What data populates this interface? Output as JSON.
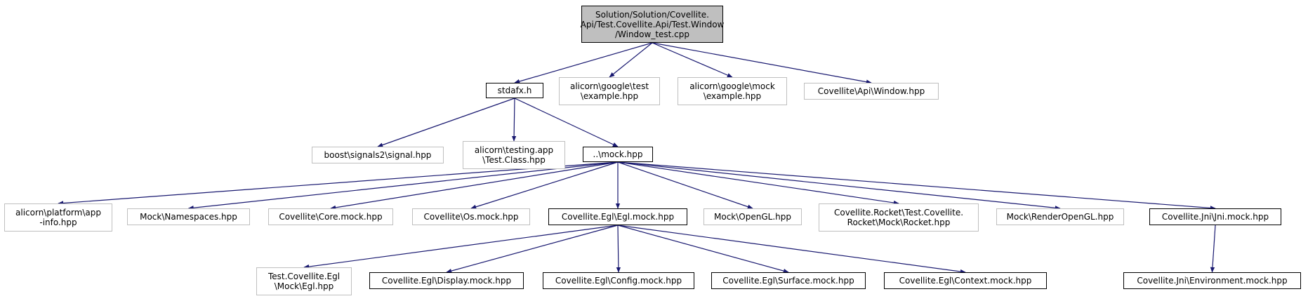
{
  "graph": {
    "nodes": [
      {
        "id": "root",
        "lines": [
          "Solution/Solution/Covellite.",
          "Api/Test.Covellite.Api/Test.Window",
          "/Window_test.cpp"
        ],
        "kind": "root"
      },
      {
        "id": "stdafx",
        "lines": [
          "stdafx.h"
        ],
        "kind": "doc"
      },
      {
        "id": "gtest",
        "lines": [
          "alicorn\\google\\test",
          "\\example.hpp"
        ],
        "kind": "nodoc"
      },
      {
        "id": "gmock",
        "lines": [
          "alicorn\\google\\mock",
          "\\example.hpp"
        ],
        "kind": "nodoc"
      },
      {
        "id": "window",
        "lines": [
          "Covellite\\Api\\Window.hpp"
        ],
        "kind": "nodoc"
      },
      {
        "id": "boost",
        "lines": [
          "boost\\signals2\\signal.hpp"
        ],
        "kind": "nodoc"
      },
      {
        "id": "testclass",
        "lines": [
          "alicorn\\testing.app",
          "\\Test.Class.hpp"
        ],
        "kind": "nodoc"
      },
      {
        "id": "mock",
        "lines": [
          "..\\mock.hpp"
        ],
        "kind": "doc"
      },
      {
        "id": "appinfo",
        "lines": [
          "alicorn\\platform\\app",
          "-info.hpp"
        ],
        "kind": "nodoc"
      },
      {
        "id": "namespaces",
        "lines": [
          "Mock\\Namespaces.hpp"
        ],
        "kind": "nodoc"
      },
      {
        "id": "coremock",
        "lines": [
          "Covellite\\Core.mock.hpp"
        ],
        "kind": "nodoc"
      },
      {
        "id": "osmock",
        "lines": [
          "Covellite\\Os.mock.hpp"
        ],
        "kind": "nodoc"
      },
      {
        "id": "eglmock",
        "lines": [
          "Covellite.Egl\\Egl.mock.hpp"
        ],
        "kind": "doc"
      },
      {
        "id": "opengl",
        "lines": [
          "Mock\\OpenGL.hpp"
        ],
        "kind": "nodoc"
      },
      {
        "id": "rocket",
        "lines": [
          "Covellite.Rocket\\Test.Covellite.",
          "Rocket\\Mock\\Rocket.hpp"
        ],
        "kind": "nodoc"
      },
      {
        "id": "renderopengl",
        "lines": [
          "Mock\\RenderOpenGL.hpp"
        ],
        "kind": "nodoc"
      },
      {
        "id": "jnimock",
        "lines": [
          "Covellite.Jni\\Jni.mock.hpp"
        ],
        "kind": "doc"
      },
      {
        "id": "testegl",
        "lines": [
          "Test.Covellite.Egl",
          "\\Mock\\Egl.hpp"
        ],
        "kind": "nodoc"
      },
      {
        "id": "display",
        "lines": [
          "Covellite.Egl\\Display.mock.hpp"
        ],
        "kind": "doc"
      },
      {
        "id": "config",
        "lines": [
          "Covellite.Egl\\Config.mock.hpp"
        ],
        "kind": "doc"
      },
      {
        "id": "surface",
        "lines": [
          "Covellite.Egl\\Surface.mock.hpp"
        ],
        "kind": "doc"
      },
      {
        "id": "context",
        "lines": [
          "Covellite.Egl\\Context.mock.hpp"
        ],
        "kind": "doc"
      },
      {
        "id": "environment",
        "lines": [
          "Covellite.Jni\\Environment.mock.hpp"
        ],
        "kind": "doc"
      }
    ],
    "edges": [
      [
        "root",
        "stdafx"
      ],
      [
        "root",
        "gtest"
      ],
      [
        "root",
        "gmock"
      ],
      [
        "root",
        "window"
      ],
      [
        "stdafx",
        "boost"
      ],
      [
        "stdafx",
        "testclass"
      ],
      [
        "stdafx",
        "mock"
      ],
      [
        "mock",
        "appinfo"
      ],
      [
        "mock",
        "namespaces"
      ],
      [
        "mock",
        "coremock"
      ],
      [
        "mock",
        "osmock"
      ],
      [
        "mock",
        "eglmock"
      ],
      [
        "mock",
        "opengl"
      ],
      [
        "mock",
        "rocket"
      ],
      [
        "mock",
        "renderopengl"
      ],
      [
        "mock",
        "jnimock"
      ],
      [
        "eglmock",
        "testegl"
      ],
      [
        "eglmock",
        "display"
      ],
      [
        "eglmock",
        "config"
      ],
      [
        "eglmock",
        "surface"
      ],
      [
        "eglmock",
        "context"
      ],
      [
        "jnimock",
        "environment"
      ]
    ],
    "colors": {
      "edge": "#191970",
      "documented_border": "#000000",
      "undocumented_border": "#bfbfbf",
      "root_fill": "#bfbfbf"
    }
  }
}
